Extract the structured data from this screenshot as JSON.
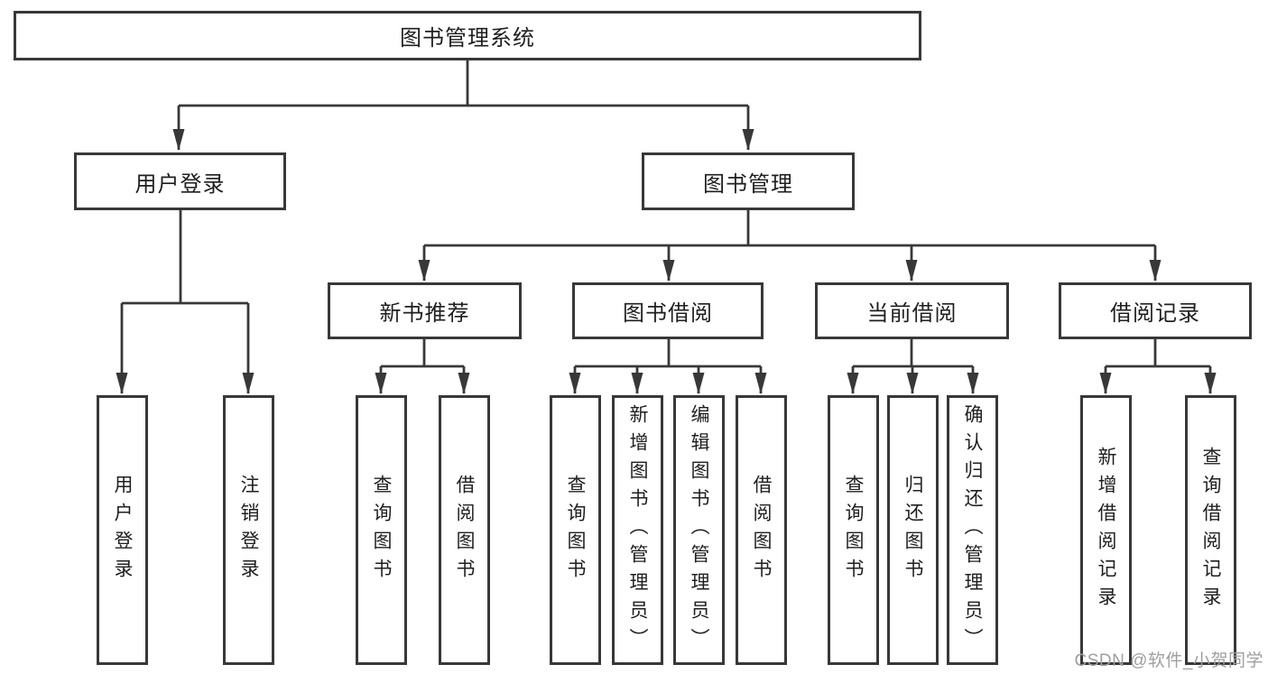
{
  "tree": {
    "label": "图书管理系统",
    "children": [
      {
        "label": "用户登录",
        "children": [
          {
            "label": "用户登录"
          },
          {
            "label": "注销登录"
          }
        ]
      },
      {
        "label": "图书管理",
        "children": [
          {
            "label": "新书推荐",
            "children": [
              {
                "label": "查询图书"
              },
              {
                "label": "借阅图书"
              }
            ]
          },
          {
            "label": "图书借阅",
            "children": [
              {
                "label": "查询图书"
              },
              {
                "label": "新增图书（管理员）"
              },
              {
                "label": "编辑图书（管理员）"
              },
              {
                "label": "借阅图书"
              }
            ]
          },
          {
            "label": "当前借阅",
            "children": [
              {
                "label": "查询图书"
              },
              {
                "label": "归还图书"
              },
              {
                "label": "确认归还（管理员）"
              }
            ]
          },
          {
            "label": "借阅记录",
            "children": [
              {
                "label": "新增借阅记录"
              },
              {
                "label": "查询借阅记录"
              }
            ]
          }
        ]
      }
    ]
  },
  "watermark": {
    "text": "CSDN @软件_小贺同学"
  },
  "colors": {
    "line": "#383838",
    "box_border": "#383838",
    "text": "#1f1f1f",
    "watermark": "#9f9f9f",
    "background": "#ffffff"
  }
}
